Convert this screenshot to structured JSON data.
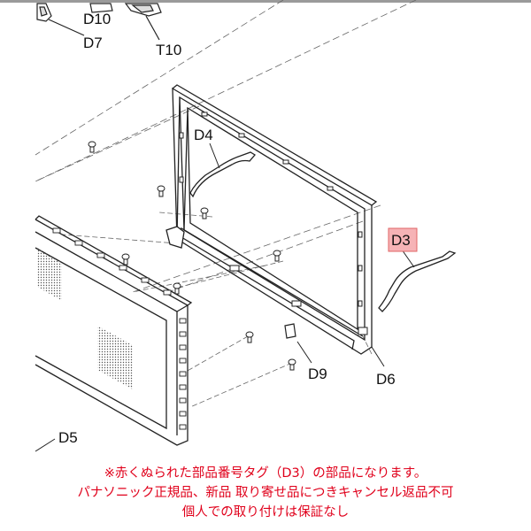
{
  "labels": {
    "d10": "D10",
    "d7": "D7",
    "t10": "T10",
    "d4": "D4",
    "d3": "D3",
    "d9": "D9",
    "d6": "D6",
    "d5": "D5"
  },
  "notice": {
    "line1": "※赤くぬられた部品番号タグ（D3）の部品になります。",
    "line2": "パナソニック正規品、新品 取り寄せ品につきキャンセル返品不可",
    "line3": "個人での取り付けは保証なし"
  },
  "colors": {
    "highlight_fill": "#f6b3b6",
    "highlight_stroke": "#e06666",
    "notice_text": "#e0001b",
    "line": "#222222"
  }
}
